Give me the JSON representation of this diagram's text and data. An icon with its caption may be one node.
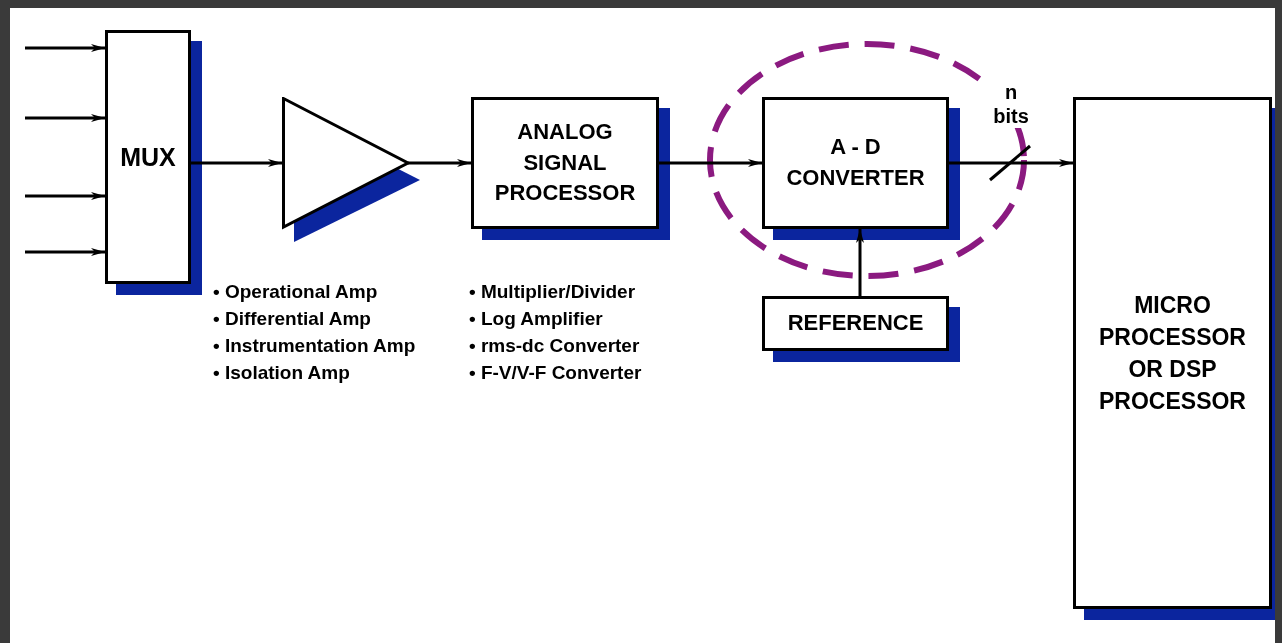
{
  "diagram": {
    "nodes": [
      {
        "text": [
          "MUX"
        ]
      },
      {
        "text": [],
        "shape": "triangle",
        "beside": [
          "• Operational Amp",
          "• Differential Amp",
          "• Instrumentation Amp",
          "• Isolation Amp"
        ]
      },
      {
        "text": [
          "ANALOG SIGNAL PROCESSOR"
        ],
        "beside": [
          "• Multiplier/Divider",
          "• Log Amplifier",
          "• rms-dc Converter",
          "• F-V/V-F Converter"
        ]
      },
      {
        "text": [
          "A - D CONVERTER"
        ]
      },
      {
        "text": [
          "REFERENCE"
        ]
      },
      {
        "text": [
          "MICRO PROCESSOR OR DSP PROCESSOR"
        ]
      }
    ],
    "edges": [
      {
        "from": null,
        "to": 0,
        "arrow": "to"
      },
      {
        "from": null,
        "to": 0,
        "arrow": "to"
      },
      {
        "from": null,
        "to": 0,
        "arrow": "to"
      },
      {
        "from": null,
        "to": 0,
        "arrow": "to"
      },
      {
        "from": 0,
        "to": 1,
        "arrow": "to"
      },
      {
        "from": 1,
        "to": 2,
        "arrow": "to"
      },
      {
        "from": 2,
        "to": 3,
        "arrow": "to"
      },
      {
        "from": 4,
        "to": 3,
        "arrow": "to"
      },
      {
        "from": 3,
        "to": 5,
        "arrow": "to",
        "label": "n bits"
      }
    ]
  }
}
